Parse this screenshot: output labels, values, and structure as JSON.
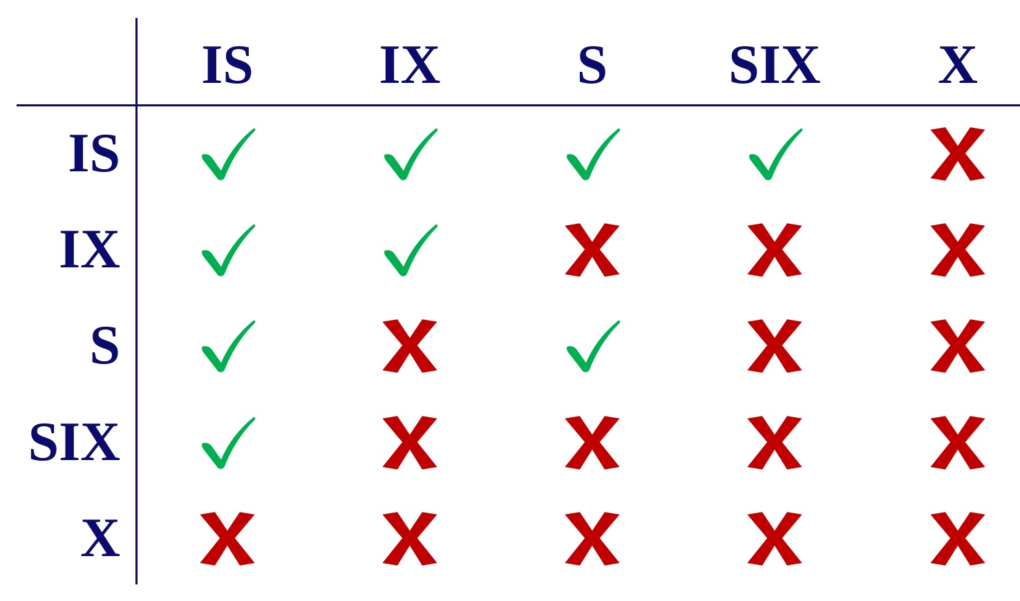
{
  "lock_modes": [
    "IS",
    "IX",
    "S",
    "SIX",
    "X"
  ],
  "compatibility": [
    [
      "yes",
      "yes",
      "yes",
      "yes",
      "no"
    ],
    [
      "yes",
      "yes",
      "no",
      "no",
      "no"
    ],
    [
      "yes",
      "no",
      "yes",
      "no",
      "no"
    ],
    [
      "yes",
      "no",
      "no",
      "no",
      "no"
    ],
    [
      "no",
      "no",
      "no",
      "no",
      "no"
    ]
  ],
  "icons": {
    "yes": "check-mark-icon",
    "no": "cross-mark-icon"
  },
  "colors": {
    "header_text": "#0b0b6e",
    "grid_lines": "#0b0b6e",
    "check": "#00b050",
    "cross": "#c00000"
  }
}
